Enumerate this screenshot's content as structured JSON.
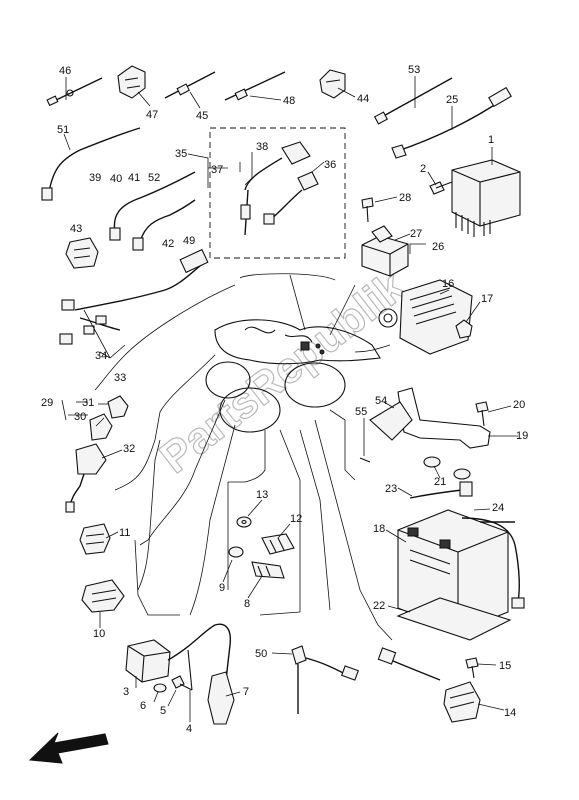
{
  "diagram": {
    "watermark": "PartsRepublik",
    "callouts": [
      "46",
      "47",
      "45",
      "48",
      "44",
      "53",
      "25",
      "1",
      "51",
      "2",
      "35",
      "38",
      "36",
      "37",
      "28",
      "39",
      "40",
      "41",
      "52",
      "43",
      "42",
      "49",
      "27",
      "26",
      "16",
      "17",
      "34",
      "33",
      "29",
      "31",
      "30",
      "32",
      "54",
      "55",
      "20",
      "19",
      "21",
      "23",
      "24",
      "11",
      "13",
      "12",
      "9",
      "8",
      "18",
      "10",
      "22",
      "50",
      "15",
      "3",
      "6",
      "5",
      "4",
      "7",
      "14"
    ]
  }
}
